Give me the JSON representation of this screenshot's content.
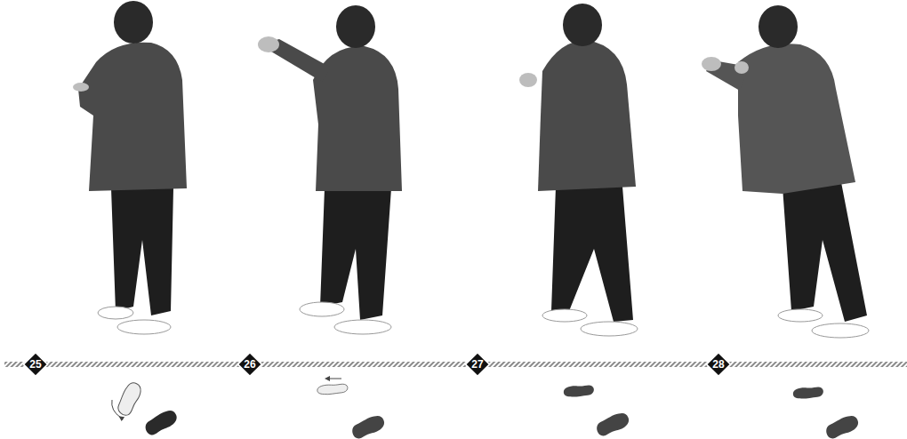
{
  "diagram": {
    "nodes": [
      {
        "text": [
          "25"
        ]
      },
      {
        "text": [
          "26"
        ]
      },
      {
        "text": [
          "27"
        ]
      },
      {
        "text": [
          "28"
        ]
      }
    ]
  }
}
